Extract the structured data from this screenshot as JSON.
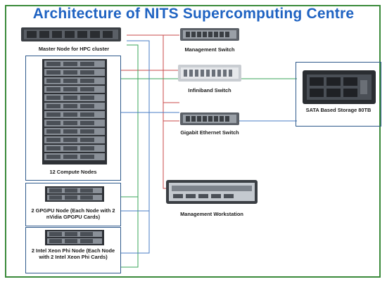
{
  "title": "Architecture of NITS Supercomputing Centre",
  "nodes": {
    "master": "Master Node for HPC cluster",
    "compute": "12 Compute Nodes",
    "gpgpu": "2 GPGPU Node (Each Node with 2 nVidia GPGPU Cards)",
    "xeon_phi": "2 Intel Xeon Phi Node (Each Node with 2 Intel Xeon Phi Cards)",
    "mgmt_switch": "Management Switch",
    "infiniband": "Infiniband Switch",
    "gigabit": "Gigabit Ethernet Switch",
    "storage": "SATA Based Storage 80TB",
    "workstation": "Management Workstation"
  },
  "colors": {
    "title": "#1f63c2",
    "frame": "#3a8a3a",
    "box_border": "#2f5a8c",
    "wire_red": "#c94a4a",
    "wire_green": "#3aa55a",
    "wire_blue": "#4a7cc4"
  }
}
